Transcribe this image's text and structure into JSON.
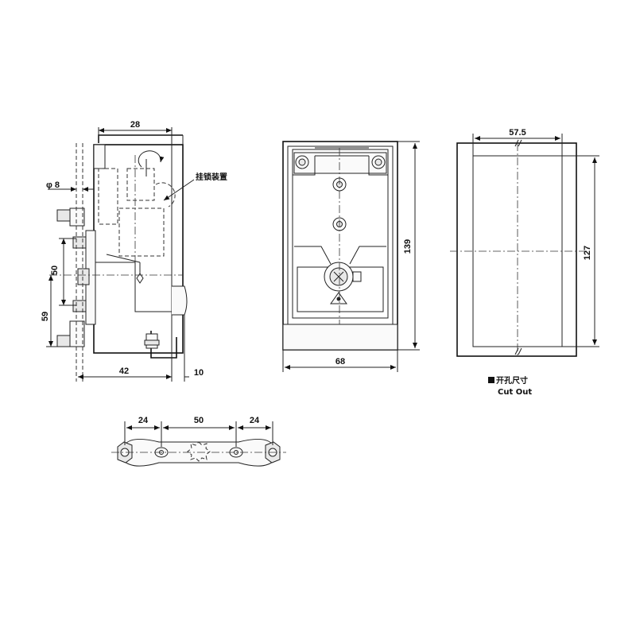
{
  "drawing": {
    "side_view": {
      "dim_top": "28",
      "dim_dia": "φ 8",
      "dim_50": "50",
      "dim_59": "59",
      "dim_42": "42",
      "dim_10": "10",
      "callout": "挂锁装置"
    },
    "front_view": {
      "dim_width": "68",
      "dim_height": "139"
    },
    "cutout_view": {
      "dim_width": "57.5",
      "dim_height": "127",
      "caption_cn": "开孔尺寸",
      "caption_en": "Cut Out"
    },
    "bottom_view": {
      "dim_left": "24",
      "dim_mid": "50",
      "dim_right": "24"
    }
  }
}
